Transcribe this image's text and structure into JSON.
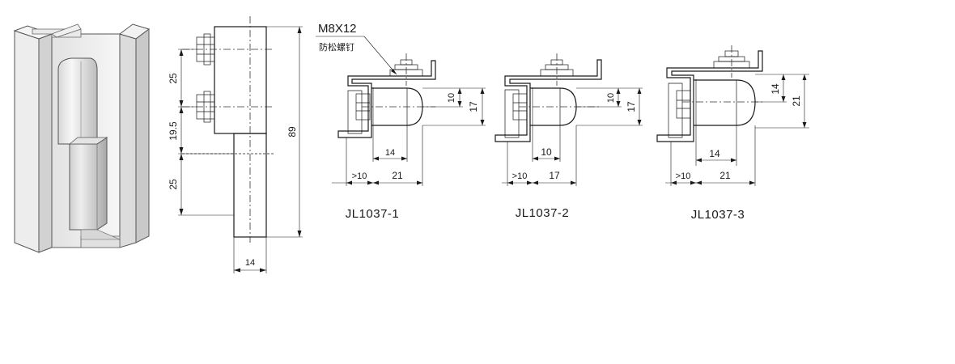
{
  "callout": {
    "screw_spec": "M8X12",
    "screw_note": "防松螺钉"
  },
  "front_view": {
    "dim_top_spacing": "25",
    "dim_mid_spacing": "19.5",
    "dim_bottom_spacing": "25",
    "dim_total_height": "89",
    "dim_width": "14"
  },
  "variants": [
    {
      "model": "JL1037-1",
      "dim_pin_offset": "10",
      "dim_height": "17",
      "dim_pin_length": "14",
      "dim_clearance": ">10",
      "dim_depth": "21"
    },
    {
      "model": "JL1037-2",
      "dim_pin_offset": "10",
      "dim_height": "17",
      "dim_pin_length": "10",
      "dim_clearance": ">10",
      "dim_depth": "17"
    },
    {
      "model": "JL1037-3",
      "dim_pin_offset": "14",
      "dim_height": "21",
      "dim_pin_length": "14",
      "dim_clearance": ">10",
      "dim_depth": "21"
    }
  ]
}
